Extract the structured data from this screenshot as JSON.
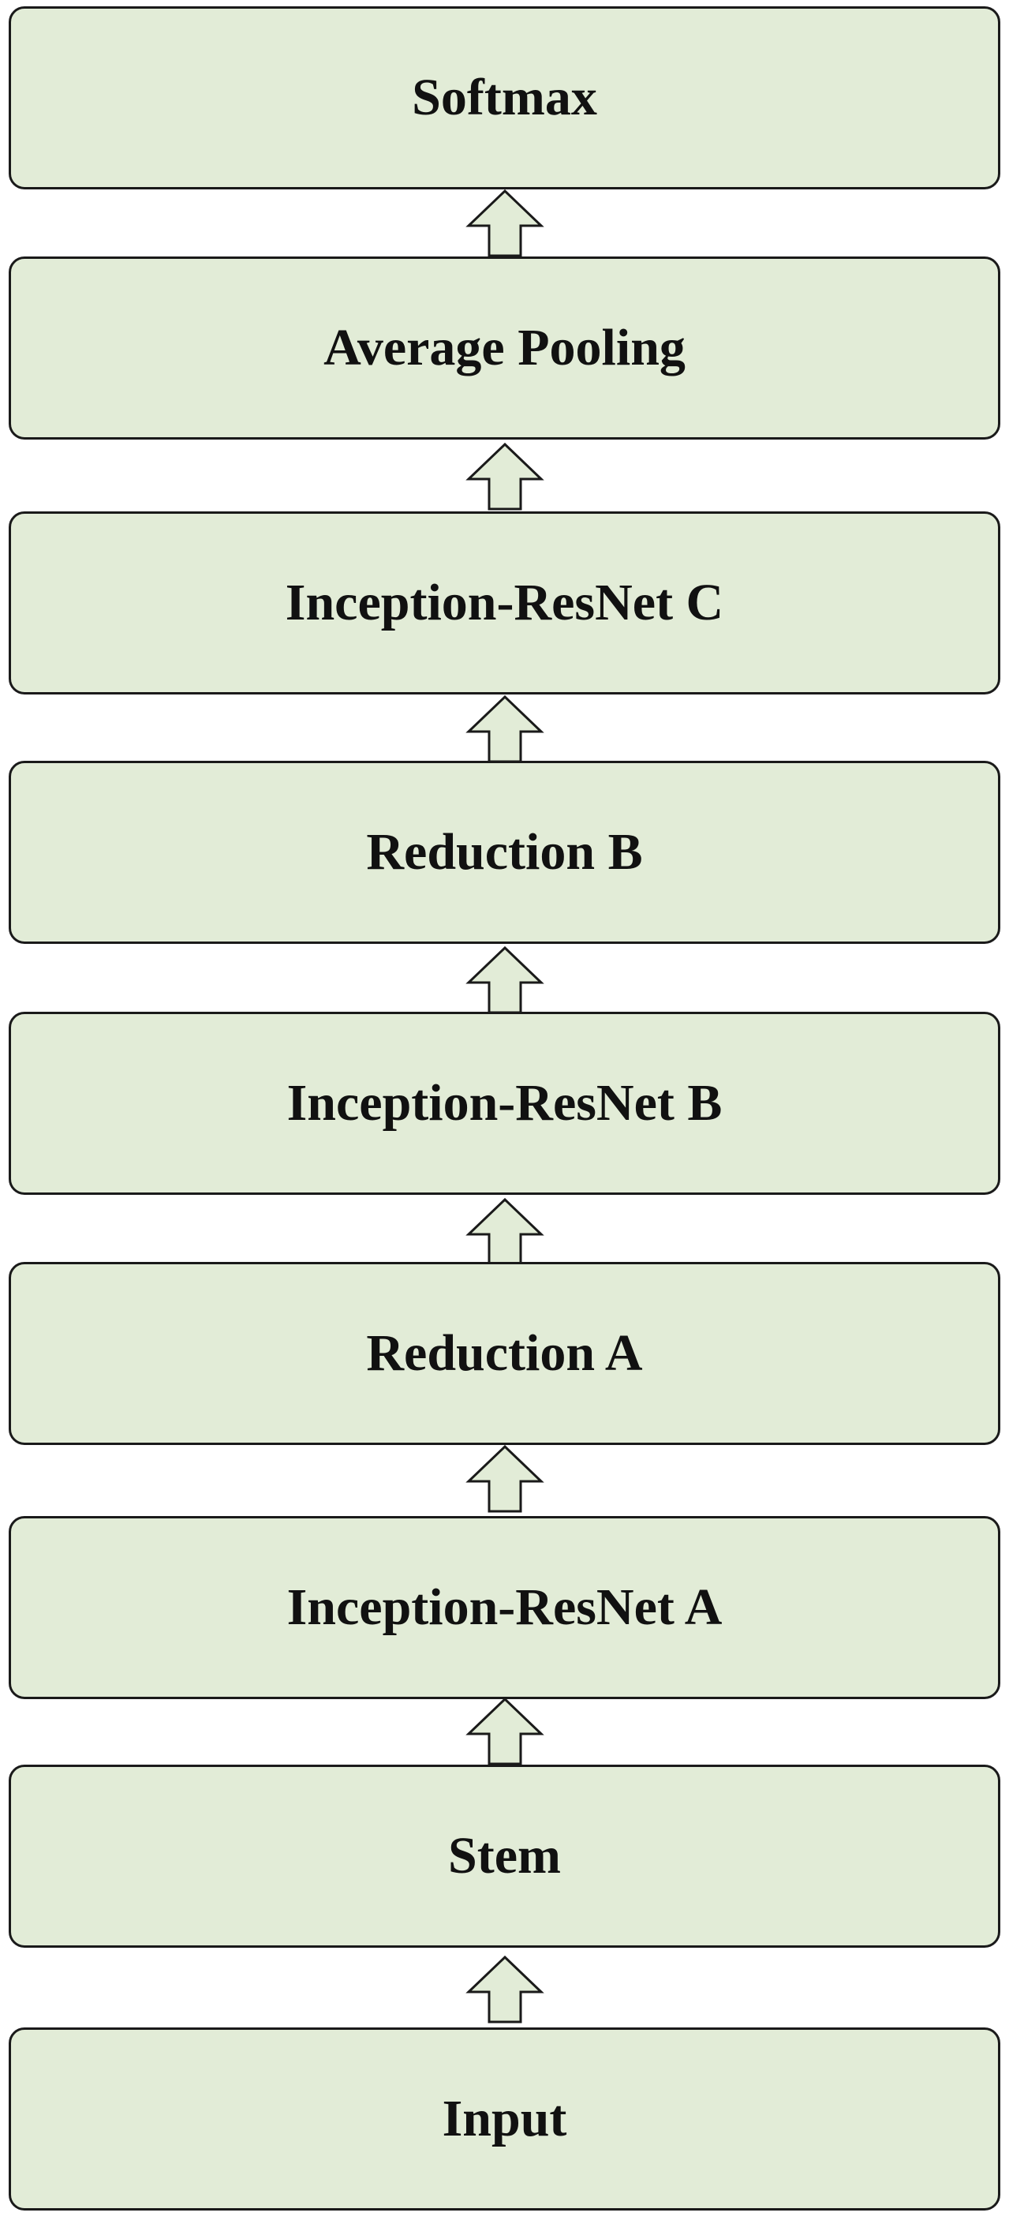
{
  "diagram": {
    "colors": {
      "block_fill": "#e2ecd7",
      "block_border": "#1a1a1a",
      "text": "#111111"
    },
    "blocks": [
      {
        "label": "Softmax"
      },
      {
        "label": "Average Pooling"
      },
      {
        "label": "Inception-ResNet C"
      },
      {
        "label": "Reduction B"
      },
      {
        "label": "Inception-ResNet B"
      },
      {
        "label": "Reduction A"
      },
      {
        "label": "Inception-ResNet A"
      },
      {
        "label": "Stem"
      },
      {
        "label": "Input"
      }
    ],
    "connector_icon": "hollow-up-arrow-icon"
  }
}
